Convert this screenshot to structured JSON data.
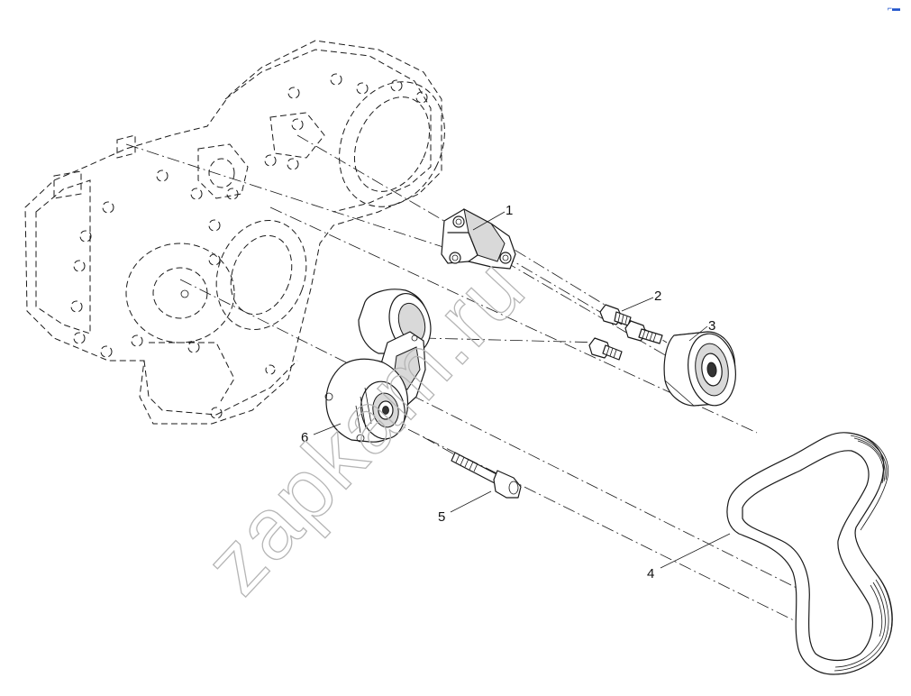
{
  "watermark": "zapkam.ru",
  "corner_mark": "⌐▬",
  "callouts": [
    {
      "id": "1",
      "part": "bracket"
    },
    {
      "id": "2",
      "part": "bolts"
    },
    {
      "id": "3",
      "part": "idler-pulley"
    },
    {
      "id": "4",
      "part": "poly-v-belt"
    },
    {
      "id": "5",
      "part": "long-bolt"
    },
    {
      "id": "6",
      "part": "belt-tensioner"
    }
  ]
}
